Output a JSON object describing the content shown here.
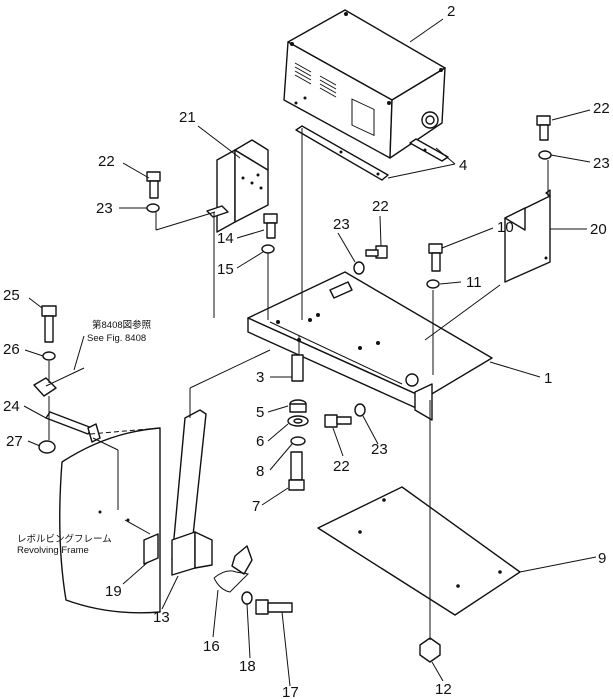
{
  "callouts": {
    "c1": "1",
    "c2": "2",
    "c3": "3",
    "c4": "4",
    "c5": "5",
    "c6": "6",
    "c7": "7",
    "c8": "8",
    "c9": "9",
    "c10": "10",
    "c11": "11",
    "c12": "12",
    "c13": "13",
    "c14": "14",
    "c15": "15",
    "c16": "16",
    "c17": "17",
    "c18": "18",
    "c19": "19",
    "c20": "20",
    "c21": "21",
    "c22a": "22",
    "c22b": "22",
    "c22c": "22",
    "c22d": "22",
    "c23a": "23",
    "c23b": "23",
    "c23c": "23",
    "c23d": "23",
    "c24": "24",
    "c25": "25",
    "c26": "26",
    "c27": "27"
  },
  "notes": {
    "fig_ref_jp": "第8408図参照",
    "fig_ref_en": "See Fig. 8408",
    "frame_jp": "レボルビングフレーム",
    "frame_en": "Revolving Frame"
  }
}
